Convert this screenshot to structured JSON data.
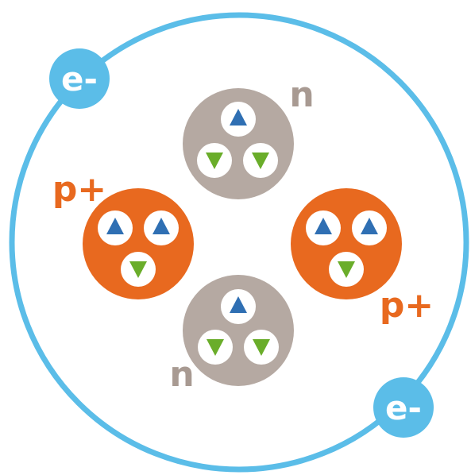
{
  "labels": {
    "electron": "e-",
    "proton": "p+",
    "neutron": "n"
  },
  "particles": {
    "proton": {
      "quarks": [
        "up",
        "up",
        "down"
      ]
    },
    "neutron": {
      "quarks": [
        "up",
        "down",
        "down"
      ]
    }
  },
  "colors": {
    "orbit": "#5bbde8",
    "electron": "#5bbde8",
    "proton": "#e8691f",
    "neutron": "#b5a9a2",
    "quark_bg": "#ffffff",
    "up_quark": "#2f6fb3",
    "down_quark": "#6aad2a",
    "neutron_label": "#a89a92"
  }
}
